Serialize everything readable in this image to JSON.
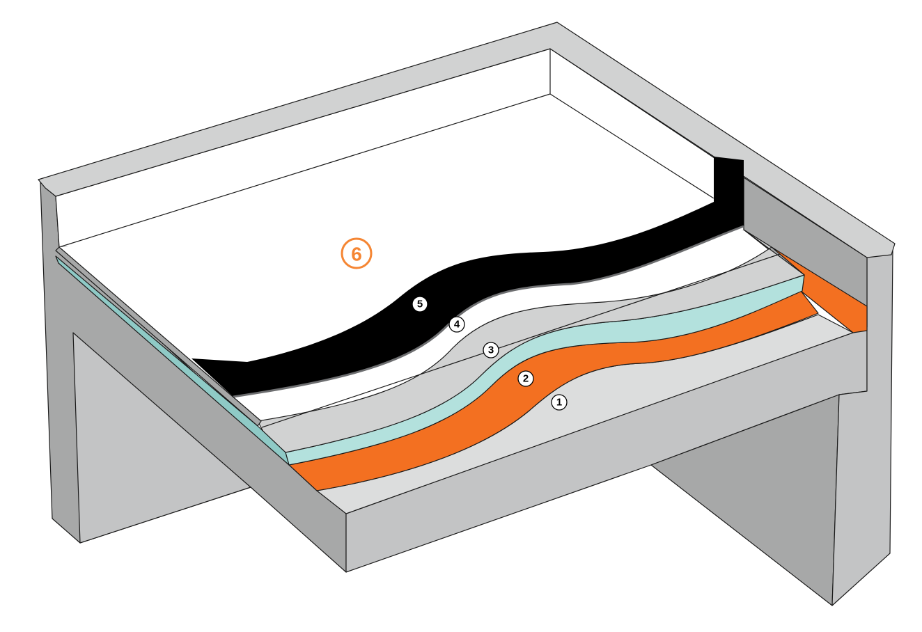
{
  "diagram": {
    "type": "roof build-up cross-section",
    "layers": [
      {
        "id": "layer-1",
        "label": "1",
        "color": "#dcdddd"
      },
      {
        "id": "layer-2",
        "label": "2",
        "color": "#f37021"
      },
      {
        "id": "layer-3",
        "label": "3",
        "color": "#b3e1dd"
      },
      {
        "id": "layer-4",
        "label": "4",
        "color": "#d1d2d2"
      },
      {
        "id": "layer-5",
        "label": "5",
        "color": "#000000"
      },
      {
        "id": "layer-6",
        "label": "6",
        "color": "#f58634"
      }
    ],
    "structure_colors": {
      "dark": "#a7a8a8",
      "mid": "#c3c4c5",
      "light": "#d1d2d2"
    }
  }
}
